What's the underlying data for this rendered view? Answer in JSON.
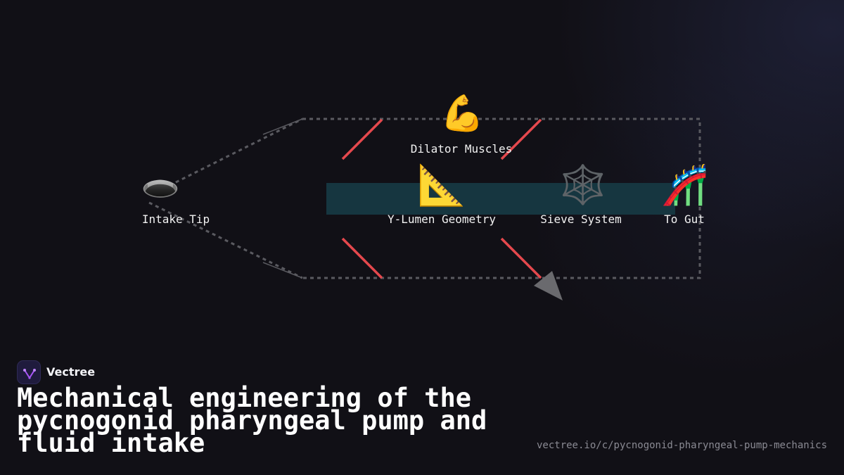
{
  "brand": {
    "name": "Vectree",
    "logo_icon": "vectree-logo-icon",
    "accent_color": "#a855f7"
  },
  "title": "Mechanical engineering of the pycnogonid pharyngeal pump and fluid intake",
  "url": "vectree.io/c/pycnogonid-pharyngeal-pump-mechanics",
  "diagram": {
    "nodes": [
      {
        "id": "intake",
        "label": "Intake Tip",
        "icon": "hole-icon",
        "glyph": "🕳️"
      },
      {
        "id": "dilator",
        "label": "Dilator Muscles",
        "icon": "flexed-biceps-icon",
        "glyph": "💪"
      },
      {
        "id": "ylumen",
        "label": "Y-Lumen Geometry",
        "icon": "triangular-ruler-icon",
        "glyph": "📐"
      },
      {
        "id": "sieve",
        "label": "Sieve System",
        "icon": "spider-web-icon",
        "glyph": "🕸️"
      },
      {
        "id": "gut",
        "label": "To Gut",
        "icon": "roller-coaster-icon",
        "glyph": "🎢"
      }
    ],
    "colors": {
      "channel": "#163640",
      "muscle_lines": "#e5484d",
      "outline": "#5a5a60",
      "arrow": "#6a6a6e"
    }
  }
}
